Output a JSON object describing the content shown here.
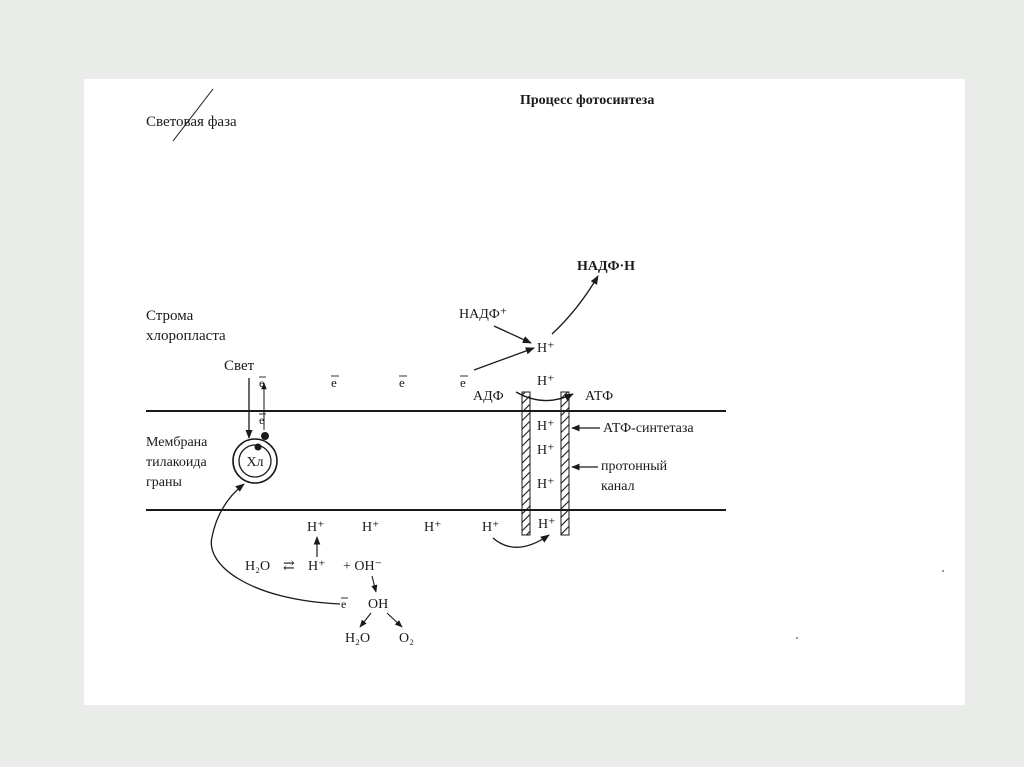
{
  "title": "Процесс фотосинтеза",
  "phase": "Световая фаза",
  "stroma": [
    "Строма",
    "хлоропласта"
  ],
  "light": "Свет",
  "membrane": [
    "Мембрана",
    "тилакоида",
    "граны"
  ],
  "chlorophyll": "Хл",
  "electron": "е",
  "hplus": "H⁺",
  "nadp": "НАДФ⁺",
  "nadph": "НАДФ·Н",
  "adp": "АДФ",
  "atp": "АТФ",
  "atp_synthase": "АТФ-синтетаза",
  "proton_channel": [
    "протонный",
    "канал"
  ],
  "water_eq": {
    "h2o": "H₂O",
    "arrow": "⇄",
    "h": "H⁺",
    "oh": "+ OH⁻"
  },
  "oh_radical": "OH",
  "products": {
    "water": "H₂O",
    "oxygen": "O₂"
  }
}
